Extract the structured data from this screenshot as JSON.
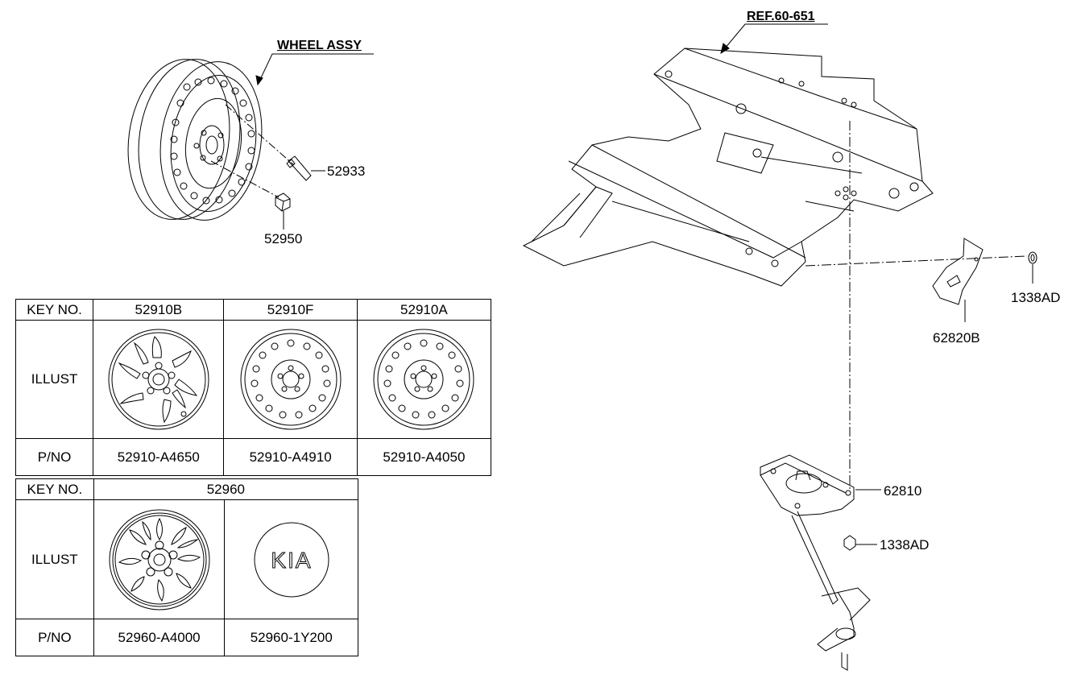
{
  "callouts": {
    "wheel_assy": "WHEEL ASSY",
    "ref": "REF.60-651",
    "p52933": "52933",
    "p52950": "52950",
    "p1338ad_top": "1338AD",
    "p62820b": "62820B",
    "p62810": "62810",
    "p1338ad_bottom": "1338AD"
  },
  "table1": {
    "key_label": "KEY NO.",
    "illust_label": "ILLUST",
    "pno_label": "P/NO",
    "keys": [
      "52910B",
      "52910F",
      "52910A"
    ],
    "part_numbers": [
      "52910-A4650",
      "52910-A4910",
      "52910-A4050"
    ],
    "illust_icons": [
      "alloy-wheel-5-spoke-icon",
      "steel-wheel-icon",
      "steel-wheel-icon"
    ]
  },
  "table2": {
    "key_label": "KEY NO.",
    "illust_label": "ILLUST",
    "pno_label": "P/NO",
    "key": "52960",
    "part_numbers": [
      "52960-A4000",
      "52960-1Y200"
    ],
    "illust_icons": [
      "wheel-cover-icon",
      "kia-center-cap-icon"
    ],
    "cap_logo": "KIA"
  }
}
